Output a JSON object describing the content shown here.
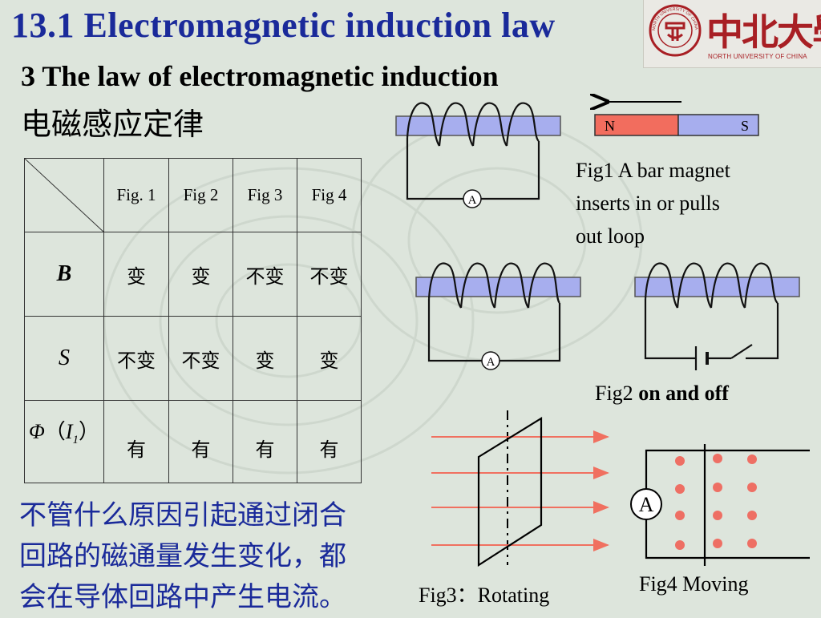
{
  "title": "13.1  Electromagnetic induction law",
  "logo": {
    "name_cn": "中北大學",
    "name_en": "NORTH UNIVERSITY OF CHINA",
    "seal_text": "NORTH UNIVERSITY OF CHINA"
  },
  "subtitle": "3 The law of electromagnetic induction",
  "subtitle_cn": "电磁感应定律",
  "table": {
    "headers": [
      "Fig. 1",
      "Fig 2",
      "Fig 3",
      "Fig 4"
    ],
    "rows": [
      {
        "label": "B",
        "cells": [
          "变",
          "变",
          "不变",
          "不变"
        ]
      },
      {
        "label": "S",
        "cells": [
          "不变",
          "不变",
          "变",
          "变"
        ]
      },
      {
        "label": "Φ（I₁）",
        "label_main": "Φ",
        "label_open": "（",
        "label_sub_var": "I",
        "label_sub": "1",
        "label_close": "）",
        "cells": [
          "有",
          "有",
          "有",
          "有"
        ]
      }
    ]
  },
  "conclusion_lines": [
    "不管什么原因引起通过闭合",
    "回路的磁通量发生变化，都",
    "会在导体回路中产生电流。"
  ],
  "fig1": {
    "magnet_n": "N",
    "magnet_s": "S",
    "ammeter": "A",
    "caption_lines": [
      "Fig1  A bar magnet",
      "inserts in or pulls",
      "out loop"
    ]
  },
  "fig2": {
    "ammeter": "A",
    "caption_prefix": "Fig2  ",
    "caption_bold": "on and off"
  },
  "fig3": {
    "caption": "Fig3：Rotating"
  },
  "fig4": {
    "ammeter": "A",
    "caption": "Fig4   Moving"
  },
  "colors": {
    "title_blue": "#1a2a9a",
    "logo_red": "#a81f24",
    "arrow_red": "#f07060",
    "dot_red": "#ee6f64",
    "magnet_n_red": "#f26d5e",
    "core_blue": "#a7aeee"
  }
}
